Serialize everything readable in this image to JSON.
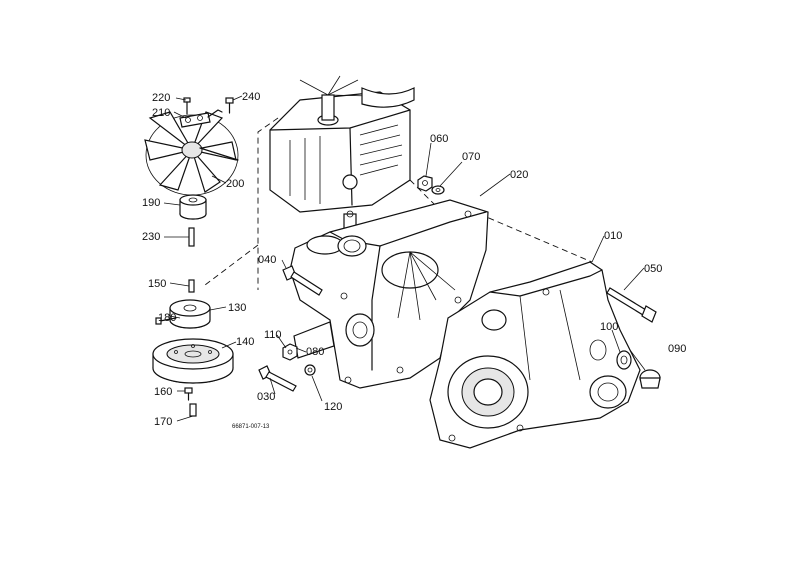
{
  "diagram_code": "66871-007-13",
  "parts": {
    "p010": "010",
    "p020": "020",
    "p030": "030",
    "p040": "040",
    "p050": "050",
    "p060": "060",
    "p070": "070",
    "p080": "080",
    "p090": "090",
    "p100": "100",
    "p110": "110",
    "p120": "120",
    "p130": "130",
    "p140": "140",
    "p150": "150",
    "p160": "160",
    "p170": "170",
    "p180": "180",
    "p190": "190",
    "p200": "200",
    "p210": "210",
    "p220": "220",
    "p230": "230",
    "p240": "240"
  }
}
